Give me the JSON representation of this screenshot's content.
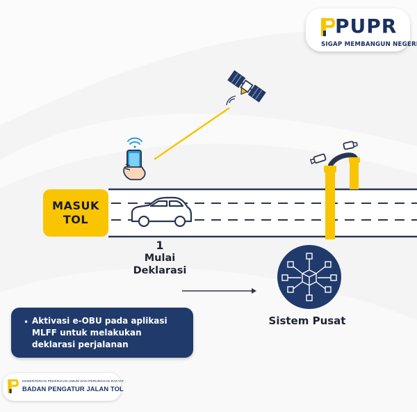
{
  "logo": {
    "brand": "PUPR",
    "tagline": "SIGAP MEMBANGUN NEGERI",
    "brand_color": "#1a3160",
    "accent_color": "#f8c500"
  },
  "entry": {
    "line1": "MASUK",
    "line2": "TOL"
  },
  "step": {
    "number": "1",
    "label_line1": "Mulai",
    "label_line2": "Deklarasi"
  },
  "info": {
    "bullet": "•",
    "lines": [
      "Aktivasi e-OBU pada aplikasi",
      "MLFF untuk melakukan",
      "deklarasi perjalanan"
    ]
  },
  "central": {
    "label": "Sistem Pusat",
    "icon": "network-cube-icon"
  },
  "footer": {
    "ministry": "KEMENTERIAN PEKERJAAN UMUM DAN PERUMAHAN RAKYAT",
    "agency": "BADAN PENGATUR JALAN TOL"
  },
  "icons": {
    "satellite": "satellite-icon",
    "phone": "smartphone-wifi-icon",
    "car": "car-icon",
    "gantry": "toll-gantry-camera-icon"
  },
  "colors": {
    "navy": "#203a6b",
    "yellow": "#f8c500",
    "road_line": "#2a3550"
  }
}
